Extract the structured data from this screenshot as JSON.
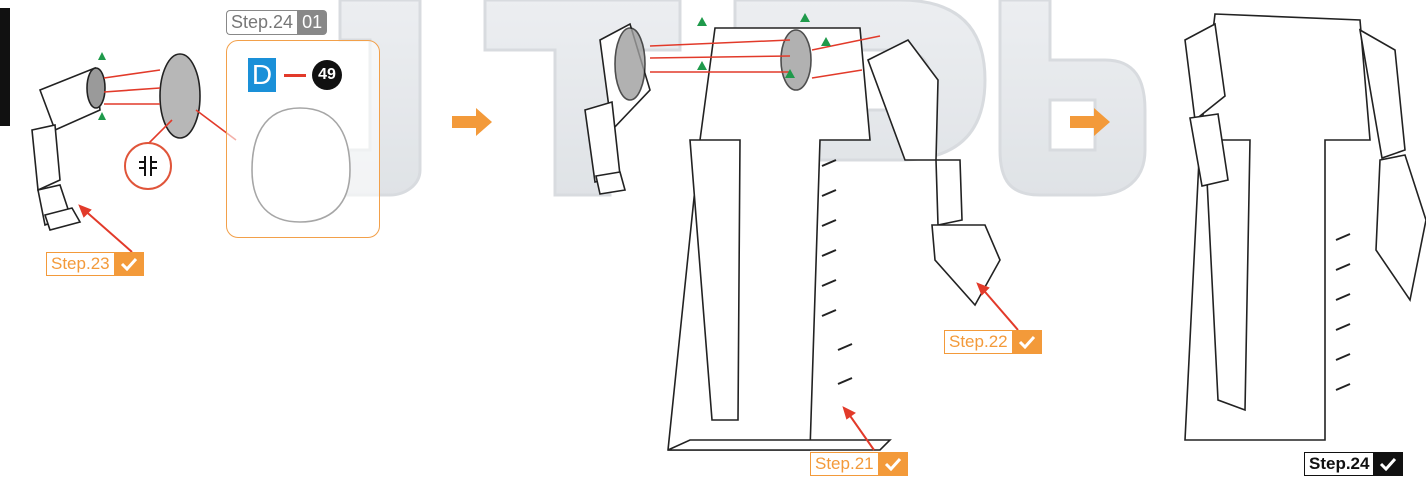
{
  "steps": {
    "current": "Step.24",
    "current_index": "01",
    "done_step_23": "Step.23",
    "done_step_22": "Step.22",
    "done_step_21": "Step.21",
    "final": "Step.24"
  },
  "part": {
    "runner": "D",
    "number": "49"
  },
  "icons": {
    "check": "check-icon",
    "arrow": "arrow-right-icon",
    "cut": "nipper-cut-icon",
    "triangle": "green-triangle-icon"
  },
  "colors": {
    "orange": "#f39a3a",
    "red": "#e23a2a",
    "green": "#1f9a4b",
    "blue": "#1a90d8",
    "grey": "#888888"
  }
}
